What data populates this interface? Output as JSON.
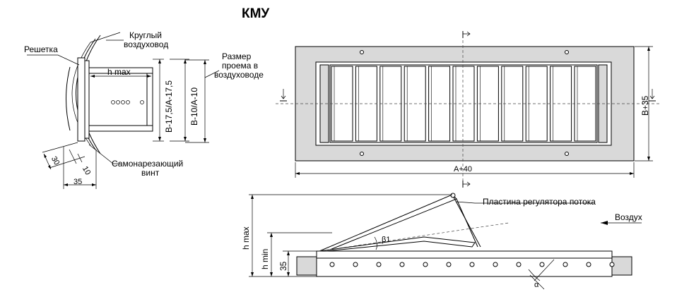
{
  "title": "КМУ",
  "labels": {
    "grille": "Решетка",
    "round_duct_line1": "Круглый",
    "round_duct_line2": "воздуховод",
    "opening_line1": "Размер",
    "opening_line2": "проема в",
    "opening_line3": "воздуховоде",
    "screw_line1": "Самонарезающий",
    "screw_line2": "винт",
    "flow_plate": "Пластина регулятора потока",
    "air": "Воздух"
  },
  "dimensions": {
    "h_max": "h max",
    "b_a_17_5": "B-17,5/A-17,5",
    "b_a_10": "B-10/A-10",
    "d30": "30",
    "d10": "10",
    "d35": "35",
    "a40": "A+40",
    "b35": "B+35",
    "beta1": "β1",
    "alpha": "α",
    "h_max_side": "h max",
    "h_min": "h min",
    "d35_side": "35"
  }
}
